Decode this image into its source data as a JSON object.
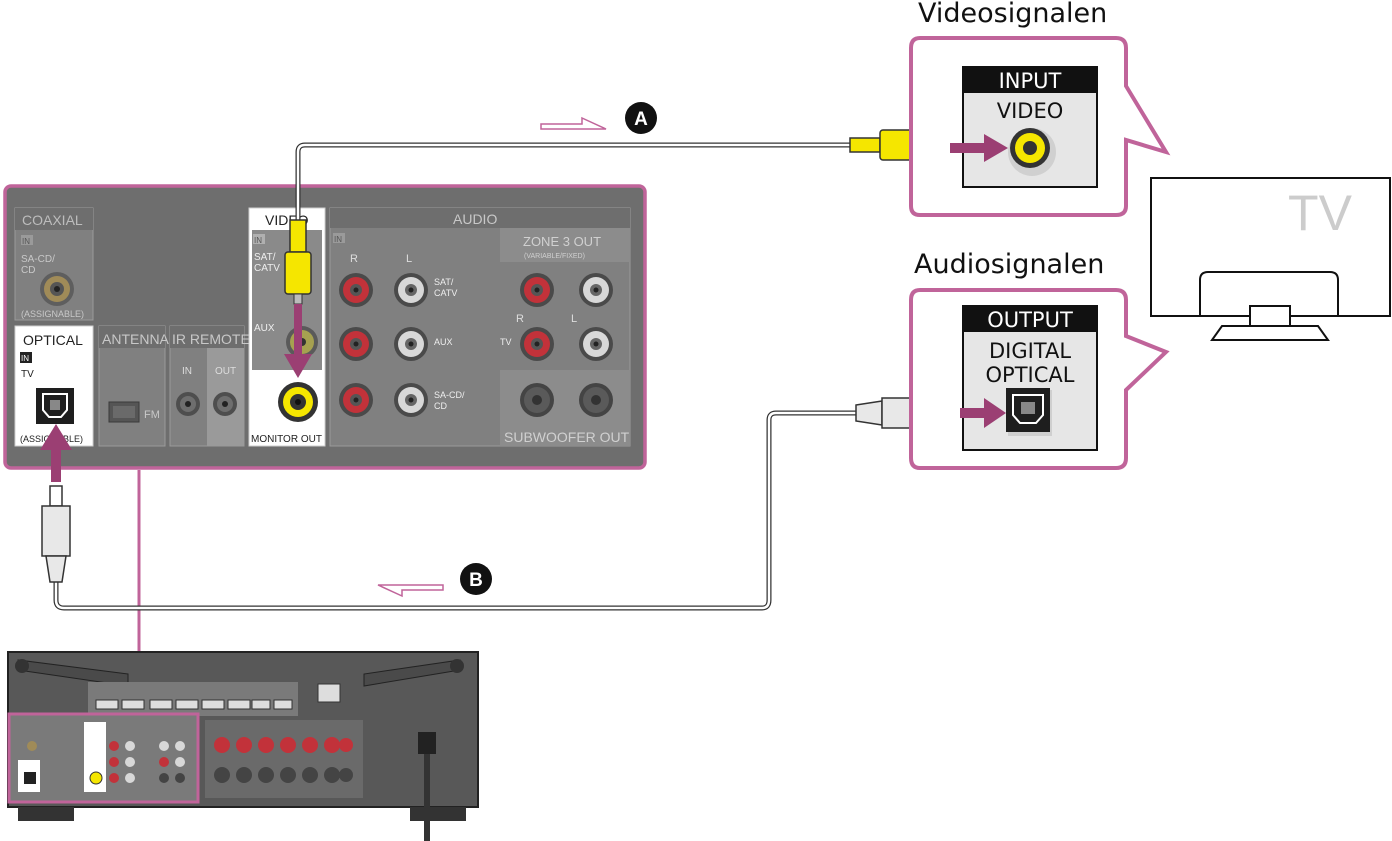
{
  "headings": {
    "video": "Videosignalen",
    "audio": "Audiosignalen"
  },
  "tv": {
    "label": "TV",
    "video_input": {
      "header": "INPUT",
      "label": "VIDEO"
    },
    "audio_output": {
      "header": "OUTPUT",
      "line1": "DIGITAL",
      "line2": "OPTICAL"
    }
  },
  "cables": {
    "a_marker": "A",
    "b_marker": "B"
  },
  "receiver_panel": {
    "coaxial": {
      "title": "COAXIAL",
      "in_tag": "IN",
      "sa_cd_line1": "SA-CD/",
      "sa_cd_line2": "CD",
      "assignable": "(ASSIGNABLE)"
    },
    "optical": {
      "title": "OPTICAL",
      "in_tag": "IN",
      "tv": "TV",
      "assignable": "(ASSIGNABLE)"
    },
    "antenna": {
      "title": "ANTENNA",
      "fm": "FM"
    },
    "ir_remote": {
      "title": "IR REMOTE",
      "in": "IN",
      "out": "OUT"
    },
    "video": {
      "title": "VIDEO",
      "in_tag": "IN",
      "sat_line1": "SAT/",
      "sat_line2": "CATV",
      "aux": "AUX",
      "monitor_out": "MONITOR OUT"
    },
    "audio": {
      "title": "AUDIO",
      "in_tag": "IN",
      "r": "R",
      "l": "L",
      "sat_line1": "SAT/",
      "sat_line2": "CATV",
      "aux": "AUX",
      "sacd_line1": "SA-CD/",
      "sacd_line2": "CD",
      "zone3": "ZONE 3 OUT",
      "zone3_sub": "(VARIABLE/FIXED)",
      "zone_r": "R",
      "zone_l": "L",
      "zone_tv": "TV",
      "subwoofer": "SUBWOOFER OUT"
    }
  },
  "colors": {
    "accent": "#c0649a",
    "arrow": "#9b3f73",
    "panel": "#6e6e6e",
    "cable_yellow": "#f5e600"
  }
}
